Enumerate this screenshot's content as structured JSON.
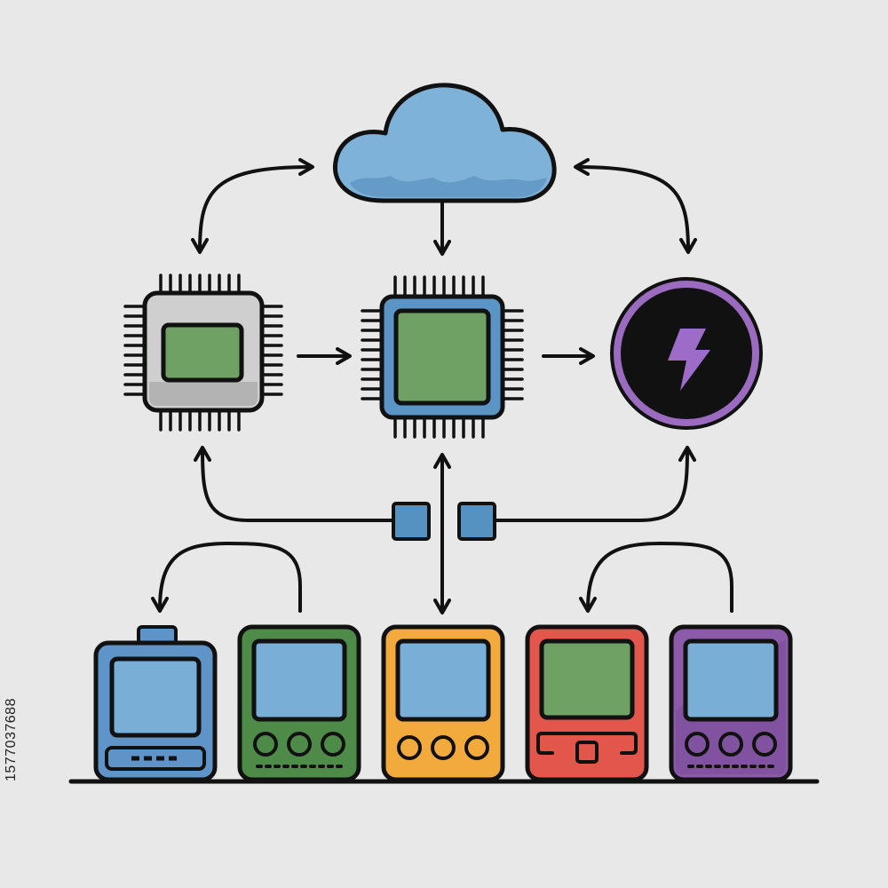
{
  "watermark_id": "1577037688",
  "colors": {
    "background": "#e8e8e8",
    "outline": "#111111",
    "cloud": "#7fb2d9",
    "cloud_shade": "#5f95c2",
    "screen_blue": "#79aed6",
    "screen_green": "#6ea163",
    "chip_gray": "#cfcfcf",
    "chip_blue": "#5a95c5",
    "power_ring": "#9a6bbf",
    "power_bolt": "#9d6cc9",
    "device_blue": "#5f94c8",
    "device_green": "#4f8b48",
    "device_yellow": "#f2aa3c",
    "device_red": "#e3564b",
    "device_purple": "#8b5aa8",
    "connector": "#5592c2"
  },
  "nodes": {
    "cloud": {
      "icon": "cloud-icon"
    },
    "chip_left": {
      "icon": "microchip-icon"
    },
    "chip_center": {
      "icon": "microchip-icon"
    },
    "power": {
      "icon": "lightning-bolt-icon"
    },
    "devices": [
      {
        "icon": "battery-device-icon",
        "color": "blue"
      },
      {
        "icon": "handheld-device-icon",
        "color": "green"
      },
      {
        "icon": "handheld-device-icon",
        "color": "yellow"
      },
      {
        "icon": "handheld-device-icon",
        "color": "red"
      },
      {
        "icon": "handheld-device-icon",
        "color": "purple"
      }
    ]
  }
}
